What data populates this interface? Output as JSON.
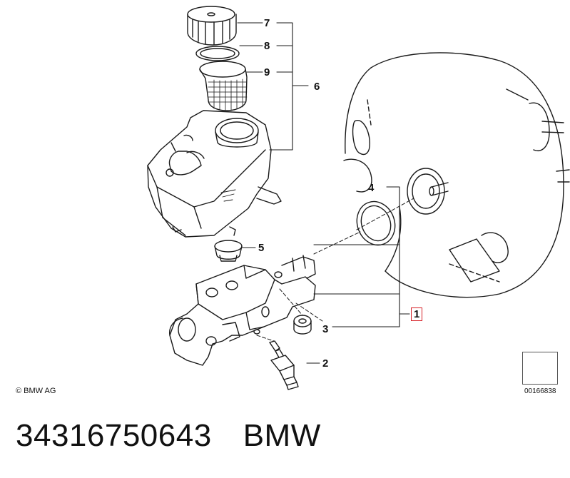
{
  "callouts": {
    "c1": "1",
    "c2": "2",
    "c3": "3",
    "c4": "4",
    "c5": "5",
    "c6": "6",
    "c7": "7",
    "c8": "8",
    "c9": "9"
  },
  "highlight_color": "#d61f26",
  "copyright": "© BMW AG",
  "diagram_number": "00166838",
  "part_number": "34316750643",
  "brand": "BMW"
}
